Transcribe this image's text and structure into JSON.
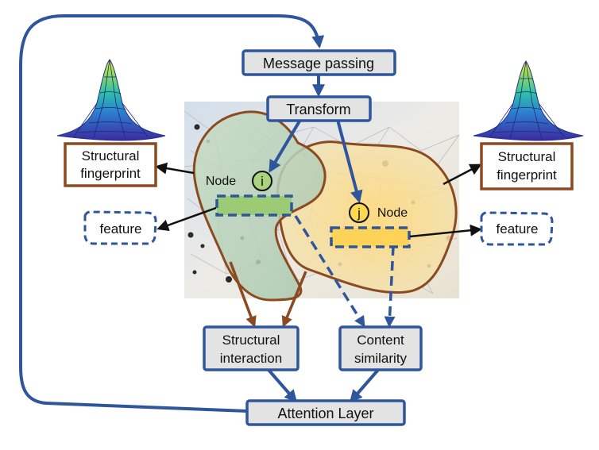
{
  "boxes": {
    "message_passing": "Message passing",
    "transform": "Transform",
    "structural_interaction": [
      "Structural",
      "interaction"
    ],
    "content_similarity": [
      "Content",
      "similarity"
    ],
    "attention_layer": "Attention Layer"
  },
  "left": {
    "fingerprint": [
      "Structural",
      "fingerprint"
    ],
    "feature": "feature",
    "node_label": "Node",
    "node_symbol": "i"
  },
  "right": {
    "fingerprint": [
      "Structural",
      "fingerprint"
    ],
    "feature": "feature",
    "node_label": "Node",
    "node_symbol": "j"
  },
  "colors": {
    "blue_flow": "#2f569c",
    "brown_flow": "#8b4a20",
    "box_fill": "#e3e3e3",
    "left_region": "#b9d3b6",
    "right_region": "#f8d98a",
    "node_i_fill": "#a9d47d",
    "node_j_fill": "#ffd84d",
    "feature_left_fill": "#9ccb75",
    "feature_right_fill": "#ffd357"
  },
  "icons": [
    "surface-plot-icon-left",
    "surface-plot-icon-right"
  ]
}
